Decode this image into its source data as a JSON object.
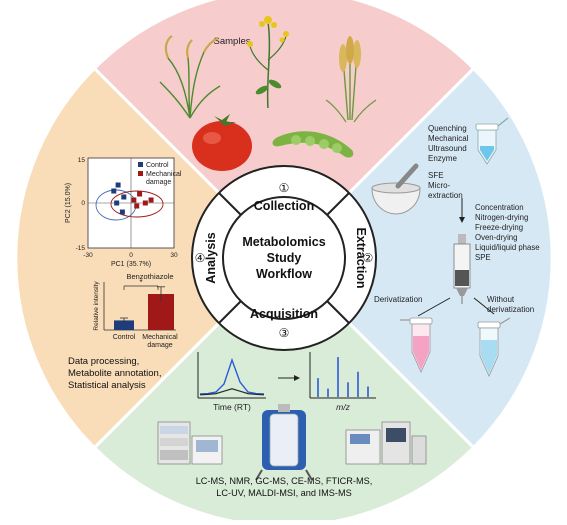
{
  "hub": {
    "line1": "Metabolomics",
    "line2": "Study",
    "line3": "Workflow"
  },
  "steps": {
    "collection": {
      "number": "①",
      "label": "Collection"
    },
    "extraction": {
      "number": "②",
      "label": "Extraction"
    },
    "acquisition": {
      "number": "③",
      "label": "Acquisition"
    },
    "analysis": {
      "number": "④",
      "label": "Analysis"
    }
  },
  "samples": {
    "title": "Samples"
  },
  "extraction_panel": {
    "methods": [
      "Quenching",
      "Mechanical",
      "Ultrasound",
      "Enzyme"
    ],
    "sfe": [
      "SFE",
      "Micro-",
      "extraction"
    ],
    "drying": [
      "Concentration",
      "Nitrogen-drying",
      "Freeze-drying",
      "Oven-drying",
      "Liquid/liquid phase",
      "SPE"
    ],
    "derivatization": "Derivatization",
    "without": [
      "Without",
      "derivatization"
    ]
  },
  "acquisition_panel": {
    "time_label": "Time (RT)",
    "mz_label": "m/z",
    "techniques": [
      "LC-MS, NMR, GC-MS, CE-MS, FTICR-MS,",
      "LC-UV, MALDI-MSI, and IMS-MS"
    ]
  },
  "analysis_panel": {
    "pca": {
      "legend": [
        "Control",
        "Mechanical",
        "damage"
      ],
      "xlabel": "PC1 (35.7%)",
      "ylabel": "PC2 (15.0%)",
      "xticks": [
        "-30",
        "0",
        "30"
      ],
      "yticks": [
        "15",
        "0",
        "-15"
      ]
    },
    "bar": {
      "title": "Benzothiazole",
      "ylabel": "Relative intensity",
      "sig": "*",
      "cat1": "Control",
      "cat2": [
        "Mechanical",
        "damage"
      ]
    },
    "notes": [
      "Data processing,",
      "Metabolite annotation,",
      "Statistical analysis"
    ]
  },
  "colors": {
    "collection_bg": "#f6cccc",
    "extraction_bg": "#d7e8f5",
    "acquisition_bg": "#d8ecd8",
    "analysis_bg": "#f9dcb8",
    "control": "#1f3d7a",
    "damage": "#a01818"
  },
  "chart_data": [
    {
      "type": "scatter",
      "xlabel": "PC1 (35.7%)",
      "ylabel": "PC2 (15.0%)",
      "xlim": [
        -30,
        30
      ],
      "ylim": [
        -15,
        15
      ],
      "legend": "top-right",
      "series": [
        {
          "name": "Control",
          "color": "#1f3d7a",
          "points": [
            [
              -12,
              4
            ],
            [
              -10,
              0
            ],
            [
              -6,
              -3
            ],
            [
              -5,
              2
            ],
            [
              -9,
              6
            ]
          ]
        },
        {
          "name": "Mechanical damage",
          "color": "#a01818",
          "points": [
            [
              2,
              1
            ],
            [
              6,
              3
            ],
            [
              10,
              0
            ],
            [
              14,
              1
            ],
            [
              4,
              -1
            ]
          ]
        }
      ]
    },
    {
      "type": "bar",
      "title": "Benzothiazole",
      "ylabel": "Relative intensity",
      "categories": [
        "Control",
        "Mechanical damage"
      ],
      "values": [
        0.2,
        0.75
      ],
      "errors": [
        0.05,
        0.15
      ],
      "ylim": [
        0,
        1
      ]
    },
    {
      "type": "line",
      "xlabel": "Time (RT)",
      "series": [
        {
          "name": "",
          "color": "#2a5bd7",
          "values": [
            0.05,
            0.06,
            0.1,
            0.3,
            0.9,
            0.35,
            0.1,
            0.06,
            0.05
          ]
        },
        {
          "name": "",
          "color": "#2a2a2a",
          "values": [
            0.03,
            0.04,
            0.06,
            0.12,
            0.18,
            0.12,
            0.06,
            0.04,
            0.03
          ]
        }
      ]
    },
    {
      "type": "bar",
      "xlabel": "m/z",
      "values": [
        0.45,
        0.2,
        0.95,
        0.35,
        0.6,
        0.25
      ]
    }
  ]
}
